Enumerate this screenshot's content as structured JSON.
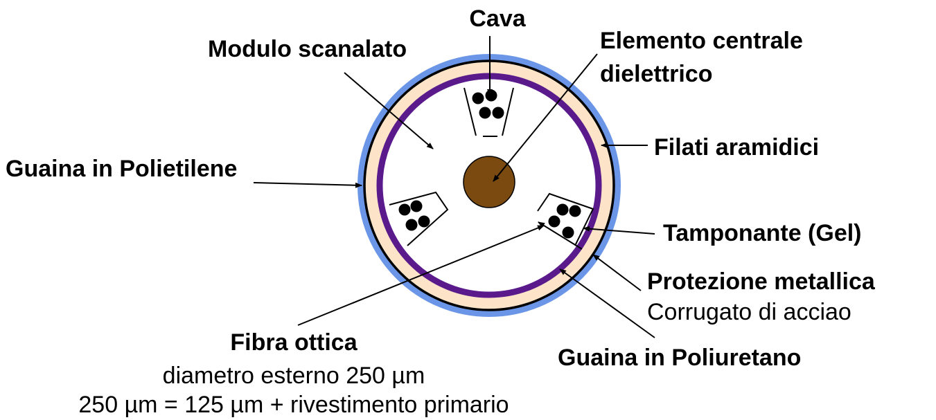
{
  "labels": {
    "cava": "Cava",
    "modulo": "Modulo scanalato",
    "elemento_l1": "Elemento centrale",
    "elemento_l2": "dielettrico",
    "filati": "Filati aramidici",
    "guaina_pe": "Guaina in Polietilene",
    "tamponante": "Tamponante (Gel)",
    "protezione": "Protezione metallica",
    "corrugato": "Corrugato di acciao",
    "fibra": "Fibra ottica",
    "fibra_desc1": "diametro esterno 250 µm",
    "fibra_desc2": "250 µm = 125 µm + rivestimento primario",
    "guaina_pu": "Guaina in Poliuretano"
  },
  "colors": {
    "outer_sheath": "#6b96e8",
    "aramid": "#fde4c8",
    "polyurethane": "#5a1a8c",
    "center_element": "#7a4a10",
    "fiber": "#000000"
  }
}
